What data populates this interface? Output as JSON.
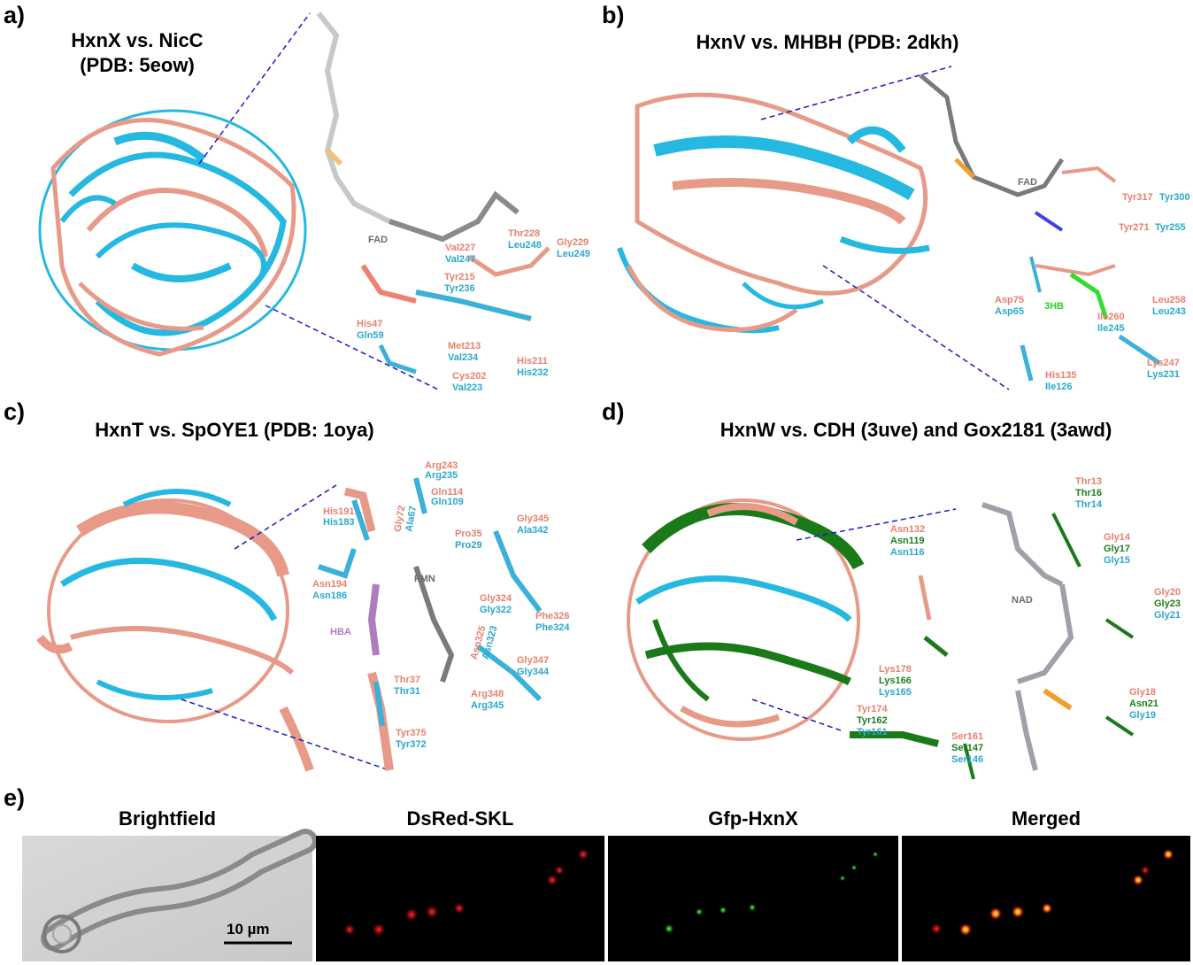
{
  "panels": {
    "a": {
      "letter": "a)",
      "title_l1": "HxnX vs. NicC",
      "title_l2": "(PDB: 5eow)",
      "labels": {
        "fad": "FAD",
        "thr228": "Thr228",
        "leu248": "Leu248",
        "gly229": "Gly229",
        "leu249": "Leu249",
        "val227": "Val227",
        "val247": "Val247",
        "tyr215": "Tyr215",
        "tyr236": "Tyr236",
        "his47": "His47",
        "gln59": "Gln59",
        "met213": "Met213",
        "val234": "Val234",
        "his211": "His211",
        "his232": "His232",
        "cys202": "Cys202",
        "val223": "Val223"
      }
    },
    "b": {
      "letter": "b)",
      "title": "HxnV vs. MHBH (PDB: 2dkh)",
      "labels": {
        "fad": "FAD",
        "tyr317": "Tyr317",
        "tyr300": "Tyr300",
        "tyr271": "Tyr271",
        "tyr255": "Tyr255",
        "asp75": "Asp75",
        "asp65": "Asp65",
        "hb3": "3HB",
        "leu258": "Leu258",
        "leu243": "Leu243",
        "ile260": "Ile260",
        "ile245": "Ile245",
        "lys247": "Lys247",
        "lys231": "Lys231",
        "his135": "His135",
        "ile126": "Ile126"
      }
    },
    "c": {
      "letter": "c)",
      "title": "HxnT vs. SpOYE1 (PDB: 1oya)",
      "labels": {
        "arg243": "Arg243",
        "arg235": "Arg235",
        "gln114": "Gln114",
        "gln109": "Gln109",
        "his191": "His191",
        "his183": "His183",
        "gly72": "Gly72",
        "ala67": "Ala67",
        "pro35": "Pro35",
        "pro29": "Pro29",
        "gly345": "Gly345",
        "ala342": "Ala342",
        "fmn": "FMN",
        "asn194": "Asn194",
        "asn186": "Asn186",
        "gly324": "Gly324",
        "gly322": "Gly322",
        "phe326": "Phe326",
        "phe324": "Phe324",
        "hba": "HBA",
        "asn325": "Asn325",
        "asn323": "Asn323",
        "gly347": "Gly347",
        "gly344": "Gly344",
        "thr37": "Thr37",
        "thr31": "Thr31",
        "arg348": "Arg348",
        "arg345": "Arg345",
        "tyr375": "Tyr375",
        "tyr372": "Tyr372"
      }
    },
    "d": {
      "letter": "d)",
      "title": "HxnW vs. CDH (3uve) and Gox2181 (3awd)",
      "labels": {
        "asn132": "Asn132",
        "asn119": "Asn119",
        "asn116": "Asn116",
        "thr13": "Thr13",
        "thr16": "Thr16",
        "thr14": "Thr14",
        "gly14": "Gly14",
        "gly17": "Gly17",
        "gly15": "Gly15",
        "nad": "NAD",
        "gly20": "Gly20",
        "gly23": "Gly23",
        "gly21": "Gly21",
        "lys178": "Lys178",
        "lys166": "Lys166",
        "lys165": "Lys165",
        "tyr174": "Tyr174",
        "tyr162": "Tyr162",
        "tyr161": "Tyr161",
        "ser161": "Ser161",
        "ser147": "Ser147",
        "ser146": "Ser146",
        "gly18": "Gly18",
        "asn21": "Asn21",
        "gly19": "Gly19"
      }
    },
    "e": {
      "letter": "e)",
      "titles": [
        "Brightfield",
        "DsRed-SKL",
        "Gfp-HxnX",
        "Merged"
      ],
      "scalebar": "10 µm"
    }
  },
  "colors": {
    "salmon": "#e7806e",
    "cyan": "#2aa8cc",
    "green": "#1e7f1e",
    "dashed_line": "#1a1acc",
    "micro_bg": "#000000"
  }
}
